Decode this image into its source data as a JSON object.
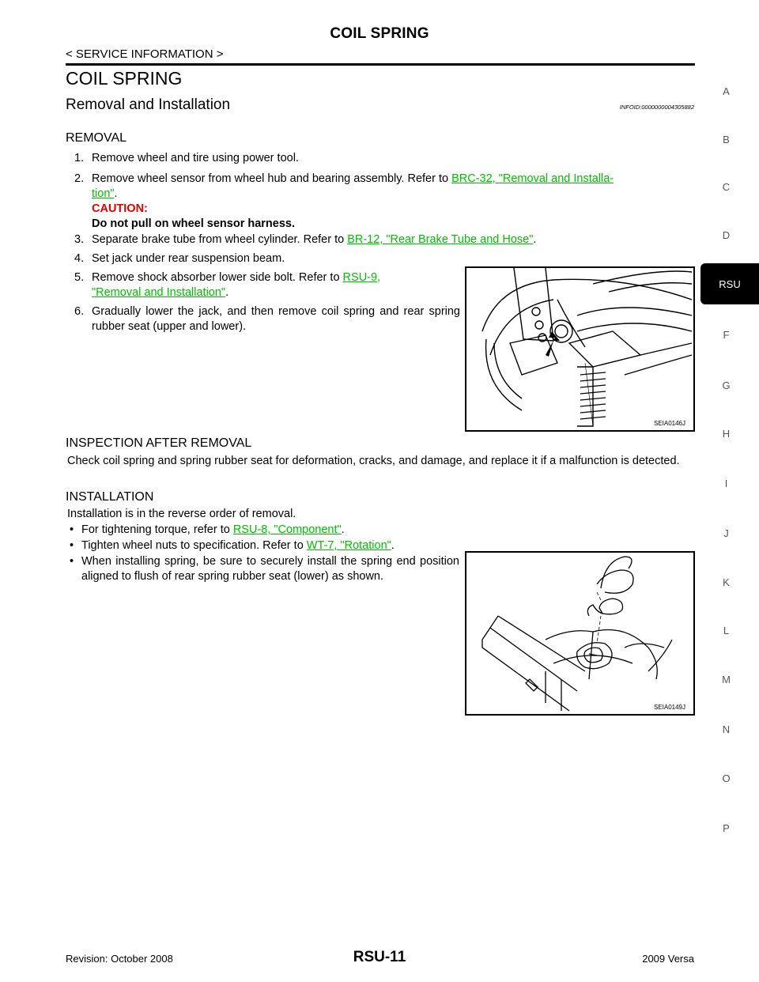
{
  "header": {
    "running_title": "COIL SPRING",
    "breadcrumb": "< SERVICE INFORMATION >"
  },
  "section": {
    "title": "COIL SPRING",
    "subtitle": "Removal and Installation",
    "infoid": "INFOID:0000000004305882"
  },
  "removal": {
    "heading": "REMOVAL",
    "steps": [
      {
        "num": "1.",
        "text": "Remove wheel and tire using power tool."
      },
      {
        "num": "2.",
        "pre": "Remove wheel sensor from wheel hub and bearing assembly. Refer to ",
        "link": "BRC-32, \"Removal and Installa-",
        "link2": "tion\"",
        "post": "."
      },
      {
        "num": "3.",
        "pre": "Separate brake tube from wheel cylinder. Refer to ",
        "link": "BR-12, \"Rear Brake Tube and Hose\"",
        "post": "."
      },
      {
        "num": "4.",
        "text": "Set jack under rear suspension beam."
      },
      {
        "num": "5.",
        "pre": "Remove shock absorber lower side bolt. Refer to ",
        "link": "RSU-9,",
        "link2": "\"Removal and Installation\"",
        "post": "."
      },
      {
        "num": "6.",
        "text": "Gradually lower the jack, and then remove coil spring and rear spring rubber seat (upper and lower)."
      }
    ],
    "caution_label": "CAUTION:",
    "caution_text": "Do not pull on wheel sensor harness."
  },
  "inspection": {
    "heading": "INSPECTION AFTER REMOVAL",
    "text": "Check coil spring and spring rubber seat for deformation, cracks, and damage, and replace it if a malfunction is detected."
  },
  "installation": {
    "heading": "INSTALLATION",
    "intro": "Installation is in the reverse order of removal.",
    "bullets": [
      {
        "pre": "For tightening torque, refer to ",
        "link": "RSU-8, \"Component\"",
        "post": "."
      },
      {
        "pre": "Tighten wheel nuts to specification. Refer to ",
        "link": "WT-7, \"Rotation\"",
        "post": "."
      },
      {
        "text": "When installing spring, be sure to securely install the spring end position aligned to flush of rear spring rubber seat (lower) as shown."
      }
    ],
    "bullet_symbol": "•"
  },
  "figures": {
    "fig1_label": "SEIA0146J",
    "fig2_label": "SEIA0149J"
  },
  "side_index": {
    "letters": [
      "A",
      "B",
      "C",
      "D",
      "RSU",
      "F",
      "G",
      "H",
      "I",
      "J",
      "K",
      "L",
      "M",
      "N",
      "O",
      "P"
    ],
    "active": "RSU"
  },
  "footer": {
    "revision": "Revision: October 2008",
    "page": "RSU-11",
    "model": "2009 Versa"
  }
}
